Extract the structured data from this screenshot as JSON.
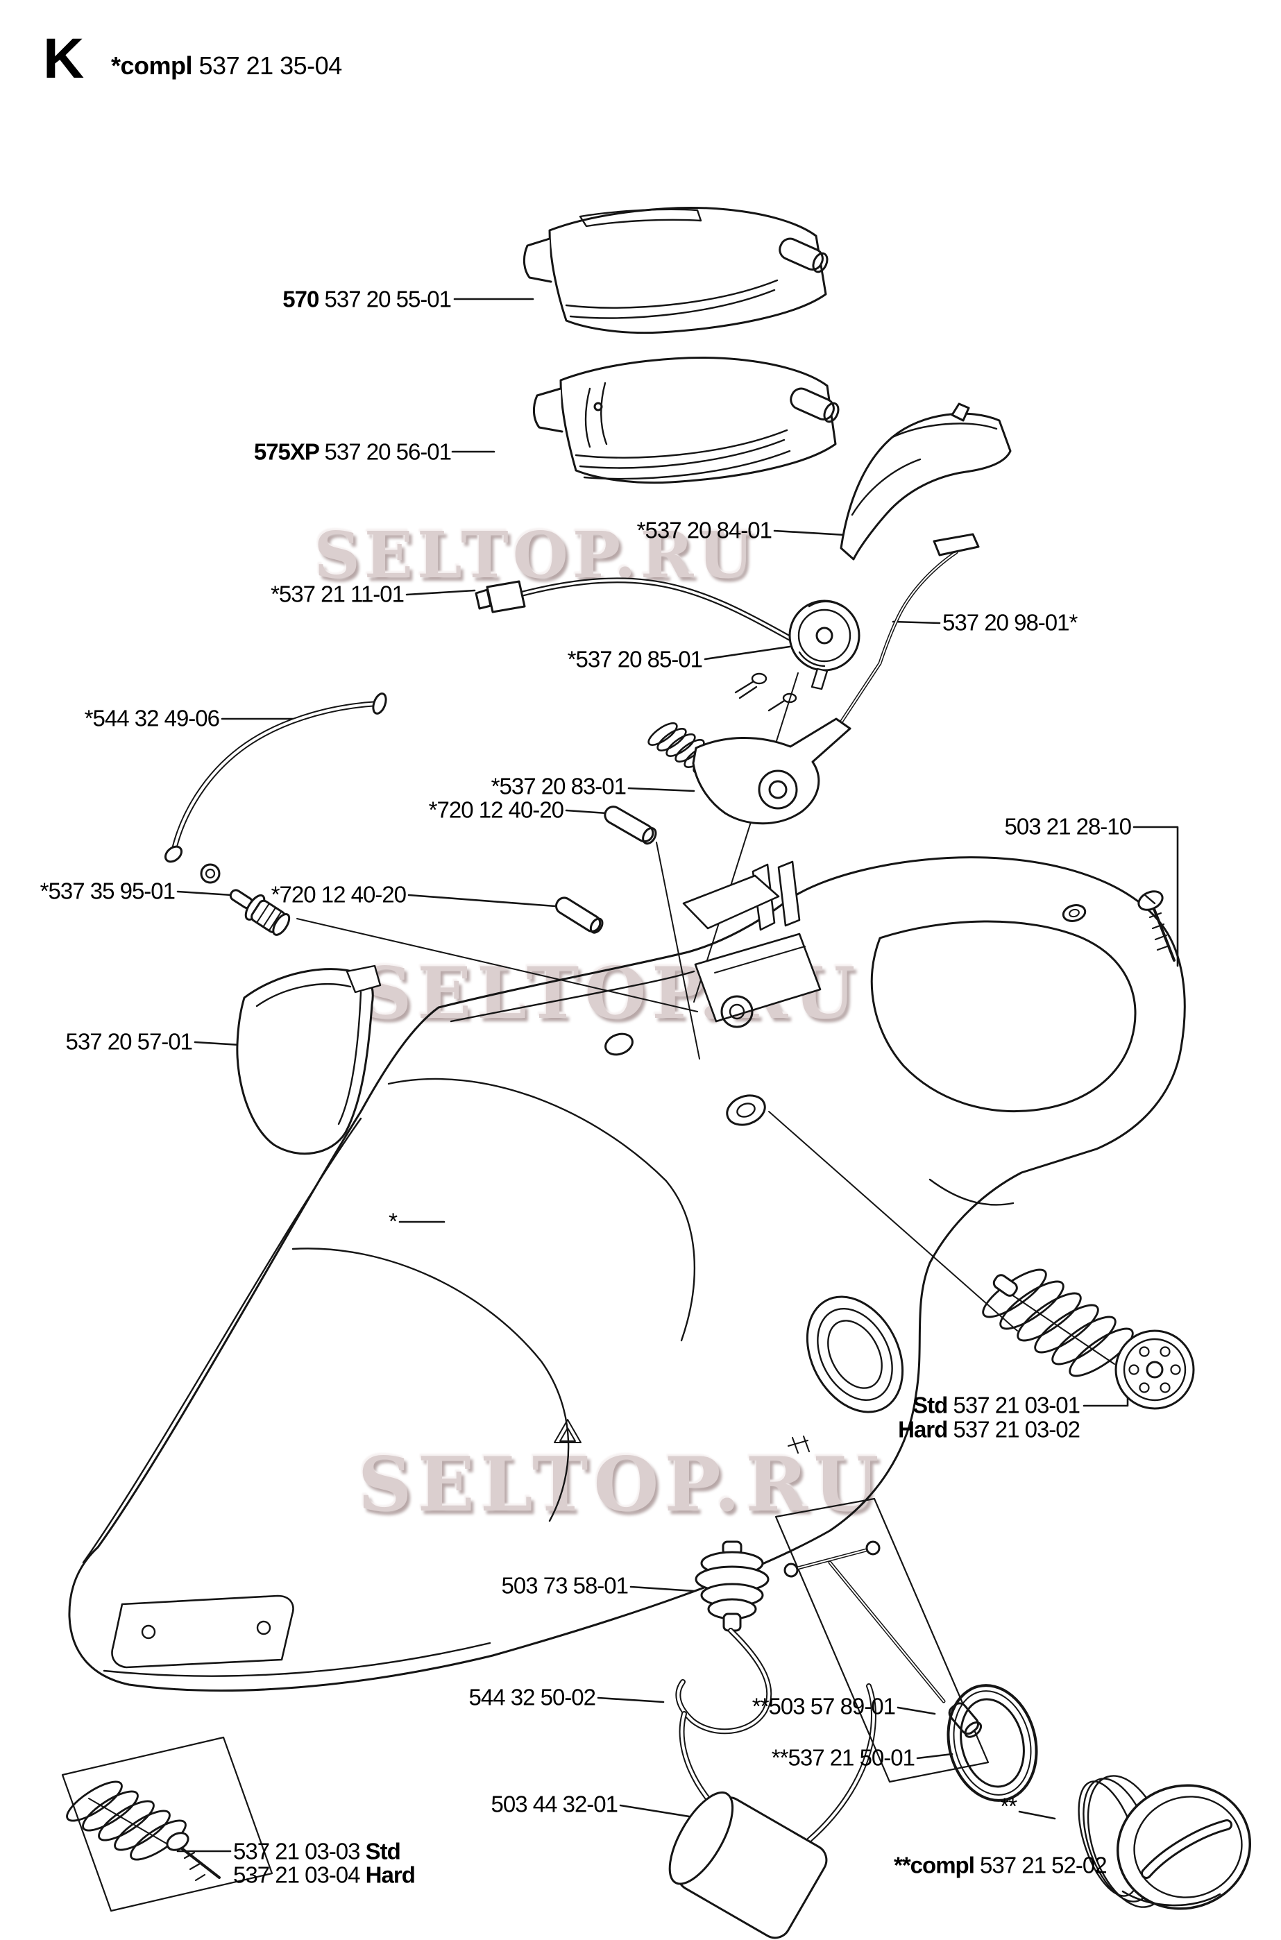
{
  "header": {
    "section_letter": "K",
    "assembly_bold": "*compl ",
    "assembly_number": "537 21 35-04"
  },
  "watermark": {
    "text": "SELTOP.RU",
    "color": "#dbcfcf"
  },
  "labels": [
    {
      "pre": "570 ",
      "num": "537 20 55-01",
      "suf": ""
    },
    {
      "pre": "575XP ",
      "num": "537 20 56-01",
      "suf": ""
    },
    {
      "pre": "",
      "num": "*537 20 84-01",
      "suf": ""
    },
    {
      "pre": "",
      "num": "*537 21 11-01",
      "suf": ""
    },
    {
      "pre": "",
      "num": "537 20 98-01*",
      "suf": ""
    },
    {
      "pre": "",
      "num": "*537 20 85-01",
      "suf": ""
    },
    {
      "pre": "",
      "num": "*544 32 49-06",
      "suf": ""
    },
    {
      "pre": "",
      "num": "*537 20 83-01",
      "suf": ""
    },
    {
      "pre": "",
      "num": "*720 12 40-20",
      "suf": ""
    },
    {
      "pre": "",
      "num": "503 21 28-10",
      "suf": ""
    },
    {
      "pre": "",
      "num": "*537 35 95-01",
      "suf": ""
    },
    {
      "pre": "",
      "num": "*720 12 40-20",
      "suf": ""
    },
    {
      "pre": "",
      "num": "537 20 57-01",
      "suf": ""
    },
    {
      "pre": "",
      "num": "*",
      "suf": ""
    },
    {
      "pre": "Std ",
      "num": "537 21 03-01",
      "suf": ""
    },
    {
      "pre": "Hard ",
      "num": "537 21 03-02",
      "suf": ""
    },
    {
      "pre": "",
      "num": "503 73 58-01",
      "suf": ""
    },
    {
      "pre": "",
      "num": "544 32 50-02",
      "suf": ""
    },
    {
      "pre": "",
      "num": "**503 57 89-01",
      "suf": ""
    },
    {
      "pre": "",
      "num": "**537 21 50-01",
      "suf": ""
    },
    {
      "pre": "",
      "num": "503 44 32-01",
      "suf": ""
    },
    {
      "pre": "",
      "num": "537 21 03-03 ",
      "suf": "Std"
    },
    {
      "pre": "",
      "num": "537 21 03-04 ",
      "suf": "Hard"
    },
    {
      "pre": "",
      "num": "**",
      "suf": ""
    },
    {
      "pre": "**compl ",
      "num": "537 21 52-02",
      "suf": ""
    }
  ]
}
